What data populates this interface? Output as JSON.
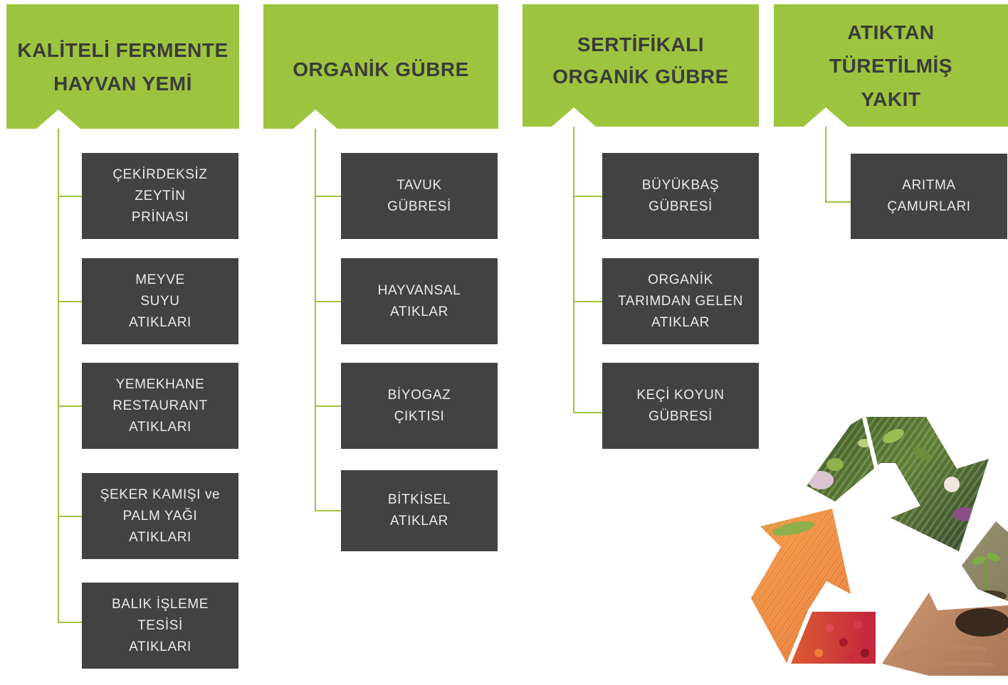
{
  "columns": [
    {
      "title_lines": [
        "KALİTELİ FERMENTE",
        "HAYVAN YEMİ"
      ],
      "items": [
        [
          "ÇEKİRDEKSİZ",
          "ZEYTİN",
          "PRİNASI"
        ],
        [
          "MEYVE",
          "SUYU",
          "ATIKLARI"
        ],
        [
          "YEMEKHANE",
          "RESTAURANT",
          "ATIKLARI"
        ],
        [
          "ŞEKER KAMIŞI ve",
          "PALM YAĞI",
          "ATIKLARI"
        ],
        [
          "BALIK İŞLEME",
          "TESİSİ",
          "ATIKLARI"
        ]
      ]
    },
    {
      "title_lines": [
        "ORGANİK GÜBRE"
      ],
      "items": [
        [
          "TAVUK",
          "GÜBRESİ"
        ],
        [
          "HAYVANSAL",
          "ATIKLAR"
        ],
        [
          "BİYOGAZ",
          "ÇIKTISI"
        ],
        [
          "BİTKİSEL",
          "ATIKLAR"
        ]
      ]
    },
    {
      "title_lines": [
        "SERTİFİKALI",
        "ORGANİK GÜBRE"
      ],
      "items": [
        [
          "BÜYÜKBAŞ",
          "GÜBRESİ"
        ],
        [
          "ORGANİK",
          "TARIMDAN GELEN",
          "ATIKLAR"
        ],
        [
          "KEÇİ KOYUN",
          "GÜBRESİ"
        ]
      ]
    },
    {
      "title_lines": [
        "ATIKTAN",
        "TÜRETİLMİŞ",
        "YAKIT"
      ],
      "items": [
        [
          "ARITMA",
          "ÇAMURLARI"
        ]
      ]
    }
  ],
  "colors": {
    "header_green": "#9dc43e",
    "header_text": "#3b3b3b",
    "box_dark": "#424243",
    "box_text": "#ebebeb",
    "connector": "#9dc43e"
  },
  "icons": {
    "recycle": "recycle-icon"
  }
}
